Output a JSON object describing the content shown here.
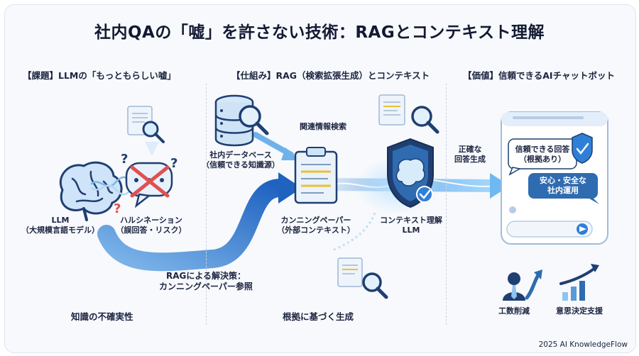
{
  "title": "社内QAの「嘘」を許さない技術：RAGとコンテキスト理解",
  "sections": {
    "problem": "【課題】LLMの「もっともらしい嘘」",
    "mechanism": "【仕組み】RAG（検索拡張生成）とコンテキスト",
    "value": "【価値】信頼できるAIチャットボット"
  },
  "labels": {
    "llm_line1": "LLM",
    "llm_line2": "（大規模言語モデル）",
    "halluc_line1": "ハルシネーション",
    "halluc_line2": "（誤回答・リスク）",
    "db_line1": "社内データベース",
    "db_line2": "（信頼できる知識源）",
    "search": "関連情報検索",
    "cheat_line1": "カンニングペーパー",
    "cheat_line2": "（外部コンテキスト）",
    "context_line1": "コンテキスト理解",
    "context_line2": "LLM",
    "accurate_line1": "正確な",
    "accurate_line2": "回答生成",
    "rag_line1": "RAGによる解決策：",
    "rag_line2": "カンニングペーパー参照",
    "cost": "工数削減",
    "decision": "意思決定支援"
  },
  "bottom": {
    "left": "知識の不確実性",
    "middle": "根拠に基づく生成"
  },
  "chat": {
    "bubble1_line1": "信頼できる回答",
    "bubble1_line2": "（根拠あり）",
    "bubble2_line1": "安心・安全な",
    "bubble2_line2": "社内運用"
  },
  "footer": "2025 AI KnowledgeFlow",
  "colors": {
    "navy": "#1f3f73",
    "blue": "#2f7fd6",
    "light_blue": "#8fc3f0",
    "red": "#e0504f",
    "accent_yellow": "#e9c233"
  }
}
